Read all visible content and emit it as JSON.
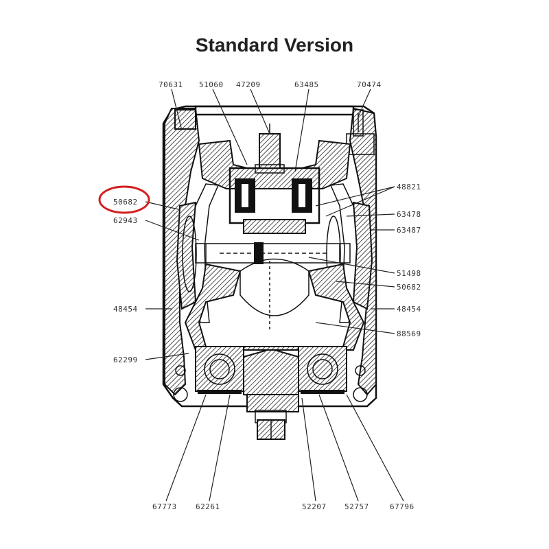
{
  "title": "Standard Version",
  "highlight_color": "#d42020",
  "callouts": {
    "top": [
      "70631",
      "51060",
      "47209",
      "63485",
      "70474"
    ],
    "left": [
      "50682",
      "62943",
      "48454",
      "62299"
    ],
    "right": [
      "48821",
      "63478",
      "63487",
      "51498",
      "50682",
      "48454",
      "88569"
    ],
    "bottom": [
      "67773",
      "62261",
      "52207",
      "52757",
      "67796"
    ]
  }
}
